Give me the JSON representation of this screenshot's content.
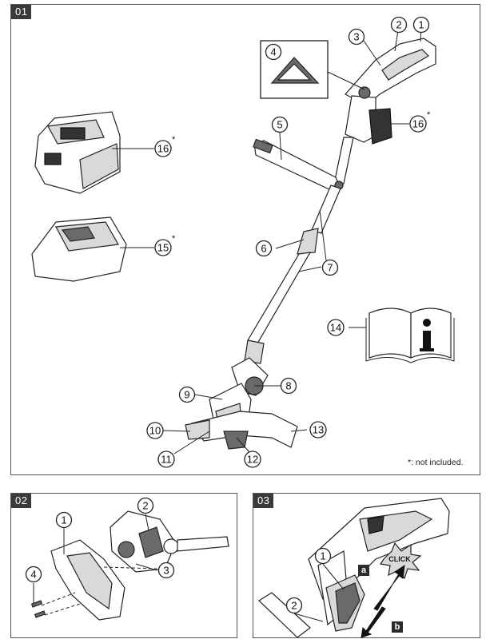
{
  "panels": [
    {
      "tag": "01"
    },
    {
      "tag": "02"
    },
    {
      "tag": "03"
    }
  ],
  "fig1": {
    "callouts": [
      "1",
      "2",
      "3",
      "4",
      "5",
      "6",
      "7",
      "8",
      "9",
      "10",
      "11",
      "12",
      "13",
      "14",
      "15",
      "16",
      "16"
    ],
    "asterisk": "*",
    "footnote": "*: not included."
  },
  "fig2": {
    "callouts": [
      "1",
      "2",
      "3",
      "4"
    ]
  },
  "fig3": {
    "callouts": [
      "1",
      "2"
    ],
    "step_a": "a",
    "step_b": "b",
    "click_text": "CLICK"
  },
  "icons": [
    "manual-book-icon",
    "info-i-icon",
    "click-burst-icon",
    "arrow-up-icon",
    "arrow-down-icon"
  ]
}
